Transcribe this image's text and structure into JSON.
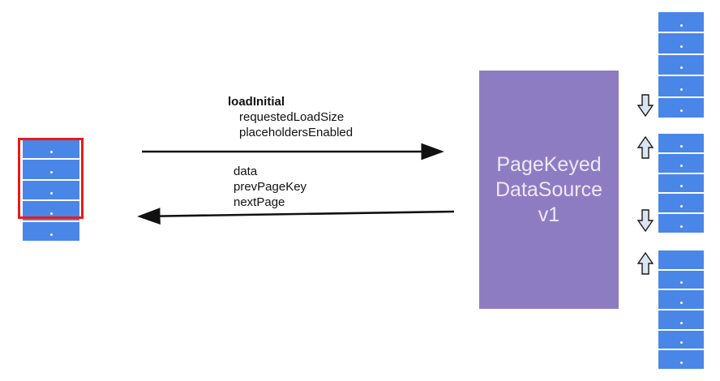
{
  "colors": {
    "list-blue": "#4a86e8",
    "box-purple": "#8e7cc3",
    "box-text": "#ece9f7",
    "highlight-red": "#e81b1b",
    "block-arrow-fill": "#dbe5f1",
    "arrow-black": "#111111"
  },
  "call": {
    "method": "loadInitial",
    "params": [
      "requestedLoadSize",
      "placeholdersEnabled"
    ]
  },
  "response": {
    "values": [
      "data",
      "prevPageKey",
      "nextPage"
    ]
  },
  "datasource": {
    "label": "PageKeyed\nDataSource\nv1"
  },
  "lists": {
    "screen": {
      "rows": [
        {
          "dot": true
        },
        {
          "dot": true
        },
        {
          "dot": true
        },
        {
          "dot": true
        },
        {
          "dot": true
        }
      ]
    },
    "page_top": {
      "rows": [
        {
          "dot": true
        },
        {
          "dot": true
        },
        {
          "dot": true
        },
        {
          "dot": true
        },
        {
          "dot": true
        }
      ]
    },
    "page_middle": {
      "rows": [
        {
          "dot": true
        },
        {
          "dot": true
        },
        {
          "dot": true
        },
        {
          "dot": true
        },
        {
          "dot": true
        }
      ]
    },
    "page_bottom": {
      "rows": [
        {
          "dot": false
        },
        {
          "dot": true
        },
        {
          "dot": true
        },
        {
          "dot": true
        },
        {
          "dot": true
        },
        {
          "dot": true
        }
      ]
    }
  }
}
